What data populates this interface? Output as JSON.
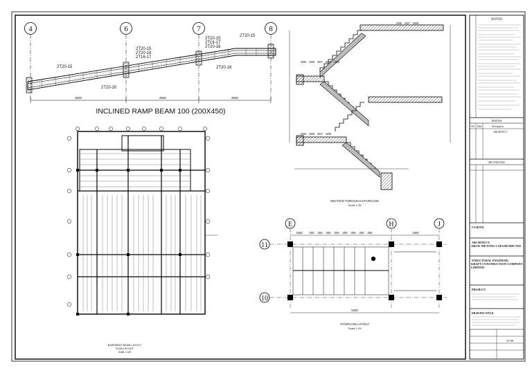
{
  "ramp": {
    "title": "INCLINED RAMP BEAM 100 (200X450)",
    "gridlines": [
      "4",
      "6",
      "7",
      "8"
    ],
    "rebar_labels": [
      "2T20-15",
      "2T20-20",
      "2T20-15",
      "2T20-18",
      "2T16-17",
      "2T20-15",
      "2T16-17",
      "2T20-16",
      "2T20-16",
      "2T20-15"
    ],
    "dims": [
      "3600",
      "3600",
      "3600"
    ]
  },
  "stair_section": {
    "title": "SECTION THROUGH STAIRCASE",
    "scale": "Scale 1:25",
    "top_bars": [
      "S06",
      "S07",
      "S08"
    ],
    "mid_bars": [
      "S06",
      "S06",
      "S07",
      "S08",
      "S09"
    ],
    "low_bars": [
      "S06",
      "S06",
      "S07",
      "S09"
    ]
  },
  "slab_plan": {
    "title": "BASEMENT BEAM LAYOUT",
    "subtitle": "SLAB LAYOUT",
    "scale": "Scale 1:100"
  },
  "stair_layout": {
    "title": "STAIRCASE LAYOUT",
    "scale": "Scale 1:25",
    "grid_cols": [
      "E",
      "H",
      "J"
    ],
    "grid_rows": [
      "11",
      "10"
    ],
    "top_dims": [
      "1600",
      "300",
      "300",
      "300",
      "300",
      "300",
      "300",
      "300",
      "300",
      "1600"
    ],
    "bottom_dim": "5200"
  },
  "title_block": {
    "notes_heading": "NOTES",
    "issues_heading": "ISSUES",
    "issue_cols": [
      "NO.",
      "Date",
      "Description"
    ],
    "issue_row": "ARCHITECT",
    "revisions_heading": "REVISIONS",
    "client_label": "CLIENT:",
    "architect_label": "ARCHITECT:",
    "architect_name": "ARCH. METONG CAESAR RHC/N25",
    "engineer_label": "STRUCTURAL ENGINEER:",
    "engineer_name": "KRAFT CONSTRUCTION COMPANY LIMITED",
    "project_label": "PROJECT:",
    "drawing_label": "DRAWING TITLE:",
    "drawing_no": "ST-08"
  }
}
